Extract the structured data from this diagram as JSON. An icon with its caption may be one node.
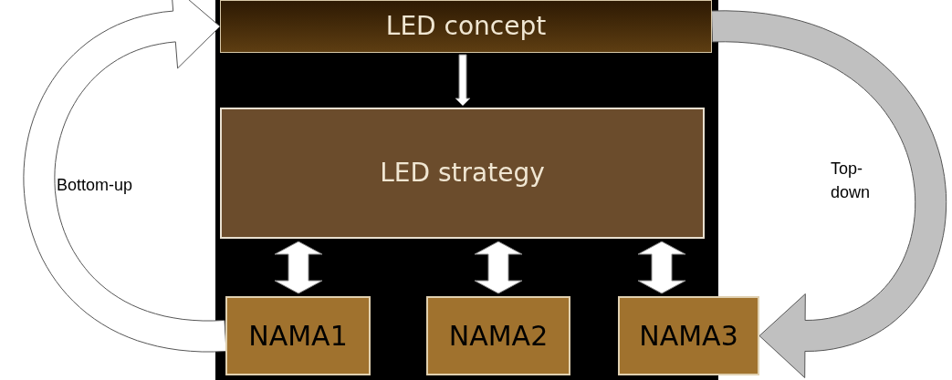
{
  "diagram": {
    "nodes": [
      {
        "text": [
          "LED concept"
        ]
      },
      {
        "text": [
          "LED strategy"
        ]
      },
      {
        "text": [
          "NAMA1"
        ]
      },
      {
        "text": [
          "NAMA2"
        ]
      },
      {
        "text": [
          "NAMA3"
        ]
      }
    ],
    "edges": [
      {
        "from": 0,
        "to": 1,
        "arrow": "to"
      },
      {
        "from": 1,
        "to": 2,
        "arrow": "both",
        "style": "thick"
      },
      {
        "from": 1,
        "to": 3,
        "arrow": "both",
        "style": "thick"
      },
      {
        "from": 1,
        "to": 4,
        "arrow": "both",
        "style": "thick"
      },
      {
        "from": 2,
        "to": 0,
        "arrow": "to",
        "label": "Bottom-up",
        "style": "thick"
      },
      {
        "from": 0,
        "to": 4,
        "arrow": "to",
        "label": "Top-down",
        "style": "thick",
        "color": "#c0c0c0"
      }
    ]
  }
}
